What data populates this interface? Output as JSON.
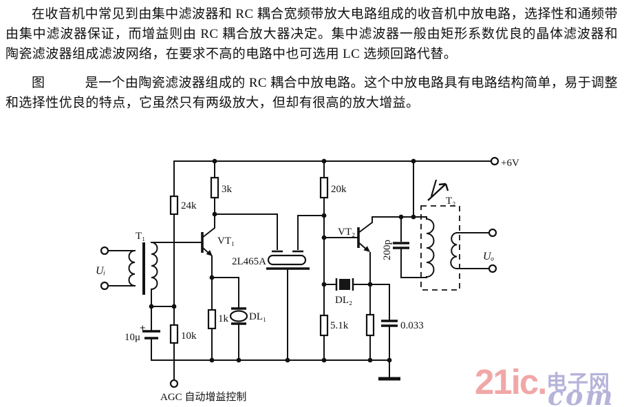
{
  "page": {
    "background": "#ffffff",
    "ink": "#111111"
  },
  "document": {
    "paragraph1": "在收音机中常见到由集中滤波器和 RC 耦合宽频带放大电路组成的收音机中放电路，选择性和通频带由集中滤波器保证，而增益则由 RC 耦合放大器决定。集中滤波器一般由矩形系数优良的晶体滤波器和陶瓷滤波器组成滤波网络，在要求不高的电路中也可选用 LC 选频回路代替。",
    "paragraph2": "图　　　是一个由陶瓷滤波器组成的 RC 耦合中放电路。这个中放电路具有电路结构简单，易于调整和选择性优良的特点，它虽然只有两级放大，但却有很高的放大增益。"
  },
  "circuit": {
    "supply": "+6V",
    "input_label": "Uᵢ",
    "output_label": "Uₒ",
    "agc_label": "AGC 自动增益控制",
    "transformer1": "T₁",
    "transformer2": "T₂",
    "transistor1": "VT₁",
    "transistor2": "VT₂",
    "ceramic_filter": "2L465A",
    "filter_dl1": "DL₁",
    "filter_dl2": "DL₂",
    "r_bias": "24k",
    "r_collector1": "3k",
    "r_collector2": "20k",
    "r_agc": "10k",
    "r_emitter1": "1k",
    "r_base2": "5.1k",
    "c_agc": "10μ",
    "c_tank": "200p",
    "c_emitter2": "0.033",
    "polarity": "+"
  },
  "watermark": {
    "brand": "21ic.",
    "site": "电子网",
    "tld": "com",
    "brand_color": "#f1a7a7",
    "site_color": "#b5b3d9"
  }
}
